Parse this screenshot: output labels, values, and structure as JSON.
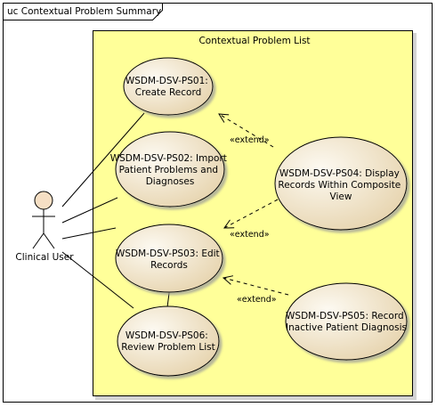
{
  "diagram": {
    "frame_label": "uc Contextual Problem Summary",
    "boundary_label": "Contextual Problem List",
    "actor_label": "Clinical User",
    "use_cases": {
      "ps01": [
        "WSDM-DSV-PS01:",
        "Create Record"
      ],
      "ps02": [
        "WSDM-DSV-PS02: Import",
        "Patient Problems and",
        "Diagnoses"
      ],
      "ps03": [
        "WSDM-DSV-PS03: Edit",
        "Records"
      ],
      "ps04": [
        "WSDM-DSV-PS04: Display",
        "Records Within Composite",
        "View"
      ],
      "ps05": [
        "WSDM-DSV-PS05: Record",
        "Inactive Patient Diagnosis"
      ],
      "ps06": [
        "WSDM-DSV-PS06:",
        "Review Problem List"
      ]
    },
    "extend_label_1": "«extend»",
    "extend_label_2": "«extend»",
    "extend_label_3": "«extend»",
    "colors": {
      "boundary_fill": "#ffff99",
      "usecase_fill_light": "#fbf5e6",
      "usecase_fill_dark": "#e9d7b3",
      "actor_head_fill": "#f6dfc4",
      "line": "#000000"
    }
  }
}
